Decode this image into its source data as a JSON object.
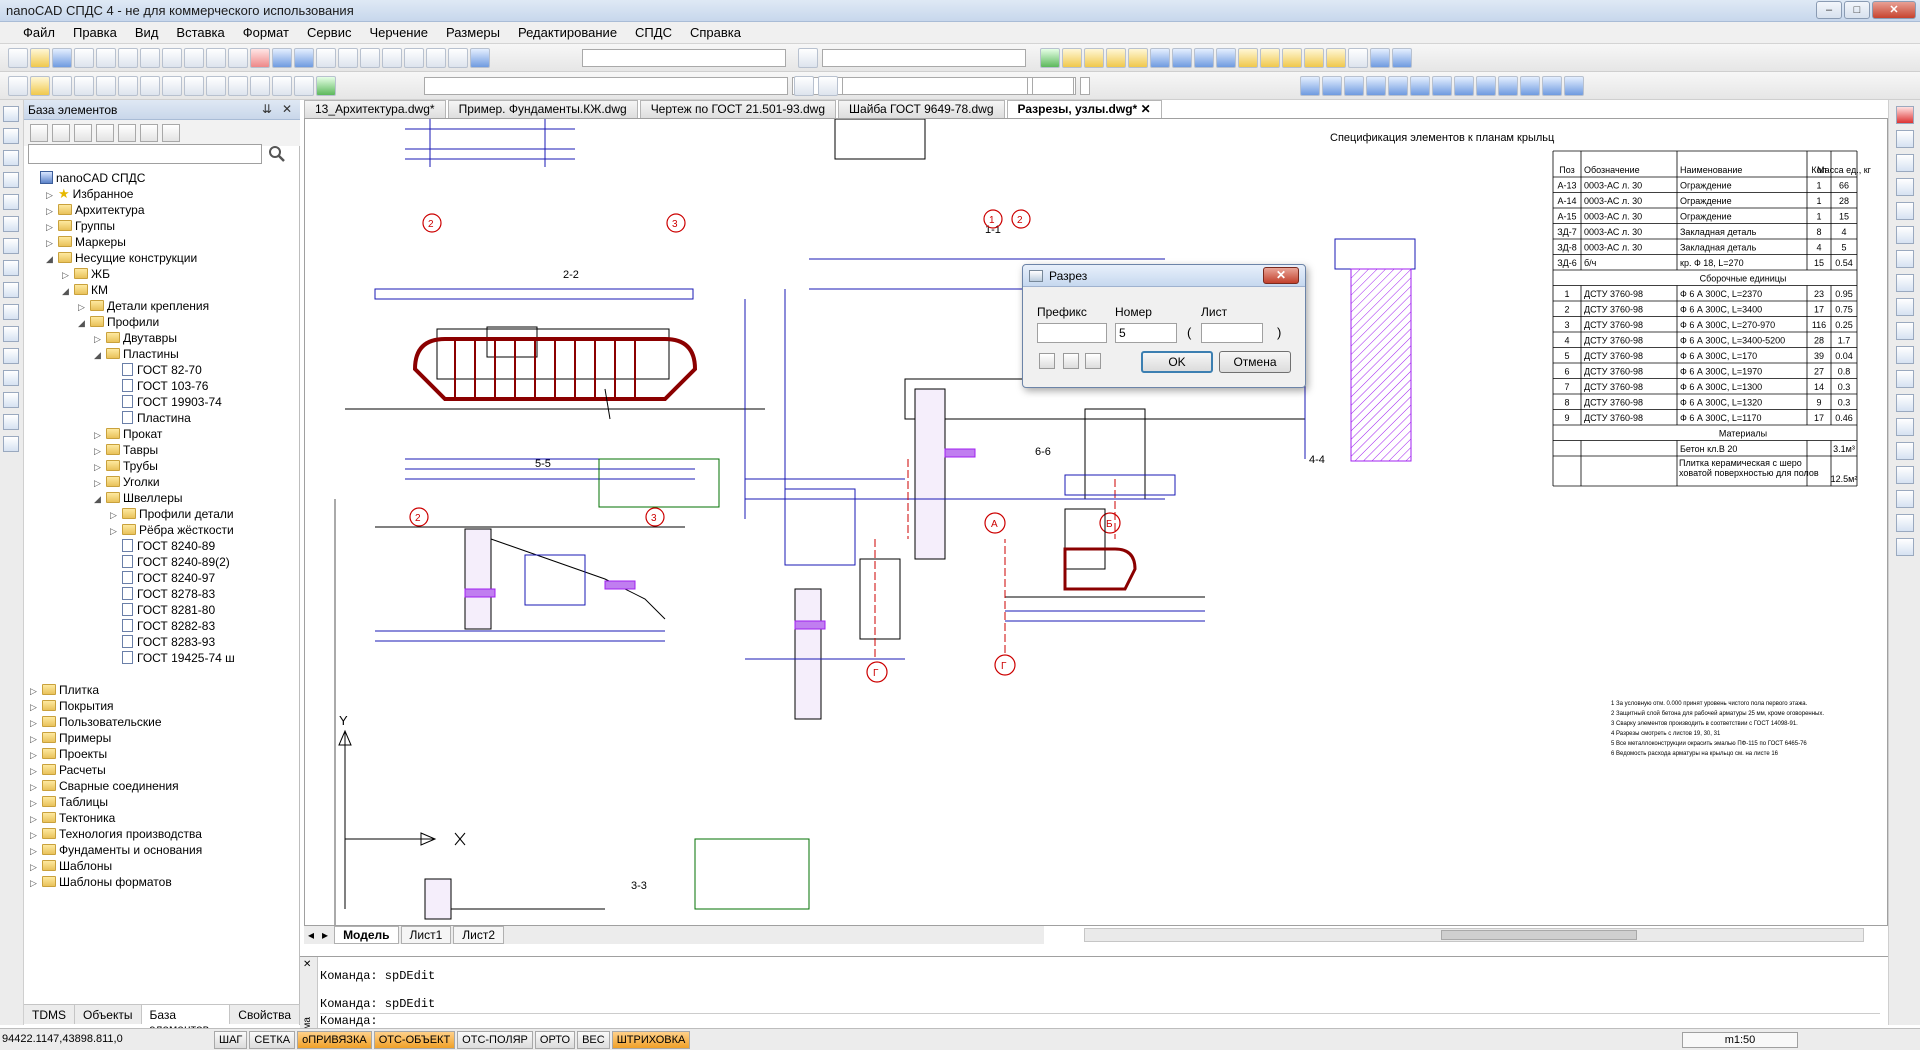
{
  "window": {
    "title": "nanoCAD СПДС 4 - не для коммерческого использования",
    "controls": [
      "–",
      "□",
      "✕"
    ]
  },
  "menu": [
    "Файл",
    "Правка",
    "Вид",
    "Вставка",
    "Формат",
    "Сервис",
    "Черчение",
    "Размеры",
    "Редактирование",
    "СПДС",
    "Справка"
  ],
  "left_panel": {
    "title": "База элементов",
    "pin": "⇊",
    "close": "✕",
    "search_placeholder": "",
    "tree": [
      {
        "label": "nanoCAD СПДС",
        "level": 0,
        "exp": "",
        "icon": "root"
      },
      {
        "label": "Избранное",
        "level": 1,
        "exp": "▷",
        "icon": "star"
      },
      {
        "label": "Архитектура",
        "level": 1,
        "exp": "▷",
        "icon": "folder"
      },
      {
        "label": "Группы",
        "level": 1,
        "exp": "▷",
        "icon": "folder"
      },
      {
        "label": "Маркеры",
        "level": 1,
        "exp": "▷",
        "icon": "folder"
      },
      {
        "label": "Несущие конструкции",
        "level": 1,
        "exp": "◢",
        "icon": "folder"
      },
      {
        "label": "ЖБ",
        "level": 2,
        "exp": "▷",
        "icon": "folder"
      },
      {
        "label": "КМ",
        "level": 2,
        "exp": "◢",
        "icon": "folder"
      },
      {
        "label": "Детали крепления",
        "level": 3,
        "exp": "▷",
        "icon": "folder"
      },
      {
        "label": "Профили",
        "level": 3,
        "exp": "◢",
        "icon": "folder"
      },
      {
        "label": "Двутавры",
        "level": 4,
        "exp": "▷",
        "icon": "folder"
      },
      {
        "label": "Пластины",
        "level": 4,
        "exp": "◢",
        "icon": "folder"
      },
      {
        "label": "ГОСТ 82-70",
        "level": 5,
        "exp": "",
        "icon": "doc"
      },
      {
        "label": "ГОСТ 103-76",
        "level": 5,
        "exp": "",
        "icon": "doc"
      },
      {
        "label": "ГОСТ 19903-74",
        "level": 5,
        "exp": "",
        "icon": "doc"
      },
      {
        "label": "Пластина",
        "level": 5,
        "exp": "",
        "icon": "doc"
      },
      {
        "label": "Прокат",
        "level": 4,
        "exp": "▷",
        "icon": "folder"
      },
      {
        "label": "Тавры",
        "level": 4,
        "exp": "▷",
        "icon": "folder"
      },
      {
        "label": "Трубы",
        "level": 4,
        "exp": "▷",
        "icon": "folder"
      },
      {
        "label": "Уголки",
        "level": 4,
        "exp": "▷",
        "icon": "folder"
      },
      {
        "label": "Швеллеры",
        "level": 4,
        "exp": "◢",
        "icon": "folder"
      },
      {
        "label": "Профили детали",
        "level": 5,
        "exp": "▷",
        "icon": "folder"
      },
      {
        "label": "Рёбра жёсткости",
        "level": 5,
        "exp": "▷",
        "icon": "folder"
      },
      {
        "label": "ГОСТ 8240-89",
        "level": 5,
        "exp": "",
        "icon": "doc"
      },
      {
        "label": "ГОСТ 8240-89(2)",
        "level": 5,
        "exp": "",
        "icon": "doc"
      },
      {
        "label": "ГОСТ 8240-97",
        "level": 5,
        "exp": "",
        "icon": "doc"
      },
      {
        "label": "ГОСТ 8278-83",
        "level": 5,
        "exp": "",
        "icon": "doc"
      },
      {
        "label": "ГОСТ 8281-80",
        "level": 5,
        "exp": "",
        "icon": "doc"
      },
      {
        "label": "ГОСТ 8282-83",
        "level": 5,
        "exp": "",
        "icon": "doc"
      },
      {
        "label": "ГОСТ 8283-93",
        "level": 5,
        "exp": "",
        "icon": "doc"
      },
      {
        "label": "ГОСТ 19425-74 ш",
        "level": 5,
        "exp": "",
        "icon": "doc"
      },
      {
        "label": "Плитка",
        "level": 0,
        "exp": "▷",
        "icon": "folder"
      },
      {
        "label": "Покрытия",
        "level": 0,
        "exp": "▷",
        "icon": "folder"
      },
      {
        "label": "Пользовательские",
        "level": 0,
        "exp": "▷",
        "icon": "folder"
      },
      {
        "label": "Примеры",
        "level": 0,
        "exp": "▷",
        "icon": "folder"
      },
      {
        "label": "Проекты",
        "level": 0,
        "exp": "▷",
        "icon": "folder"
      },
      {
        "label": "Расчеты",
        "level": 0,
        "exp": "▷",
        "icon": "folder"
      },
      {
        "label": "Сварные соединения",
        "level": 0,
        "exp": "▷",
        "icon": "folder"
      },
      {
        "label": "Таблицы",
        "level": 0,
        "exp": "▷",
        "icon": "folder"
      },
      {
        "label": "Тектоника",
        "level": 0,
        "exp": "▷",
        "icon": "folder"
      },
      {
        "label": "Технология производства",
        "level": 0,
        "exp": "▷",
        "icon": "folder"
      },
      {
        "label": "Фундаменты и основания",
        "level": 0,
        "exp": "▷",
        "icon": "folder"
      },
      {
        "label": "Шаблоны",
        "level": 0,
        "exp": "▷",
        "icon": "folder"
      },
      {
        "label": "Шаблоны форматов",
        "level": 0,
        "exp": "▷",
        "icon": "folder"
      }
    ],
    "bottom_tabs": [
      "TDMS",
      "Объекты",
      "База элементов",
      "Свойства"
    ]
  },
  "doc_tabs": [
    "13_Архитектура.dwg*",
    "Пример. Фундаменты.КЖ.dwg",
    "Чертеж по ГОСТ 21.501-93.dwg",
    "Шайба ГОСТ 9649-78.dwg",
    "Разрезы, узлы.dwg*"
  ],
  "doc_tab_close": "✕",
  "drawing": {
    "section_labels": [
      "2-2",
      "5-5",
      "6-6",
      "4-4",
      "3-3",
      "1-1"
    ],
    "axis_marks": [
      "2",
      "3",
      "2",
      "3",
      "А",
      "Б",
      "Г",
      "Г",
      "1",
      "2"
    ],
    "spec_title": "Спецификация элементов к планам крыльц",
    "spec_headers": [
      "Поз",
      "Обозначение",
      "Наименование",
      "Кол",
      "Масса ед., кг"
    ],
    "spec_rows": [
      [
        "А-13",
        "0003-АС л. 30",
        "Ограждение",
        "1",
        "66"
      ],
      [
        "А-14",
        "0003-АС л. 30",
        "Ограждение",
        "1",
        "28"
      ],
      [
        "А-15",
        "0003-АС л. 30",
        "Ограждение",
        "1",
        "15"
      ],
      [
        "ЗД-7",
        "0003-АС л. 30",
        "Закладная деталь",
        "8",
        "4"
      ],
      [
        "ЗД-8",
        "0003-АС л. 30",
        "Закладная деталь",
        "4",
        "5"
      ],
      [
        "ЗД-6",
        "б/ч",
        "кр. Ф 18, L=270",
        "15",
        "0.54"
      ]
    ],
    "spec_subtitle": "Сборочные единицы",
    "spec_rows2": [
      [
        "1",
        "ДСТУ 3760-98",
        "Ф 6 А 300С, L=2370",
        "23",
        "0.95"
      ],
      [
        "2",
        "ДСТУ 3760-98",
        "Ф 6 А 300С, L=3400",
        "17",
        "0.75"
      ],
      [
        "3",
        "ДСТУ 3760-98",
        "Ф 6 А 300С, L=270-970",
        "116",
        "0.25"
      ],
      [
        "4",
        "ДСТУ 3760-98",
        "Ф 6 А 300С, L=3400-5200",
        "28",
        "1.7"
      ],
      [
        "5",
        "ДСТУ 3760-98",
        "Ф 6 А 300С, L=170",
        "39",
        "0.04"
      ],
      [
        "6",
        "ДСТУ 3760-98",
        "Ф 6 А 300С, L=1970",
        "27",
        "0.8"
      ],
      [
        "7",
        "ДСТУ 3760-98",
        "Ф 6 А 300С, L=1300",
        "14",
        "0.3"
      ],
      [
        "8",
        "ДСТУ 3760-98",
        "Ф 6 А 300С, L=1320",
        "9",
        "0.3"
      ],
      [
        "9",
        "ДСТУ 3760-98",
        "Ф 6 А 300С, L=1170",
        "17",
        "0.46"
      ]
    ],
    "spec_subtitle2": "Материалы",
    "spec_rows3": [
      [
        "",
        "",
        "Бетон кл.В 20",
        "",
        "3.1м³"
      ],
      [
        "",
        "",
        "Плитка керамическая с шероховатой поверхностью для полов",
        "",
        "12.5м²"
      ]
    ],
    "axis_y": "Y",
    "notes": [
      "1 За условную отм. 0.000 принят уровень чистого пола первого этажа.",
      "2 Защитный слой бетона для рабочей арматуры 25 мм, кроме оговоренных.",
      "3 Сварку элементов производить в соответствии с ГОСТ 14098-91.",
      "4 Разрезы смотреть с листов 19, 30, 31",
      "5 Все металлоконструкции окрасить эмалью ПФ-115 по ГОСТ 6465-76",
      "6 Ведомость расхода арматуры на крыльцо см. на листе 16"
    ]
  },
  "dialog": {
    "title": "Разрез",
    "close": "✕",
    "labels": {
      "prefix": "Префикс",
      "number": "Номер",
      "sheet": "Лист"
    },
    "values": {
      "prefix": "",
      "number": "5",
      "sheet": ""
    },
    "paren_open": "(",
    "paren_close": ")",
    "ok": "OK",
    "cancel": "Отмена"
  },
  "model_tabs": [
    "Модель",
    "Лист1",
    "Лист2"
  ],
  "command": {
    "side_label": "Кома",
    "lines": [
      "Команда: spDEdit",
      "Команда: spDEdit",
      "Команда:"
    ]
  },
  "status": {
    "coords": "94422.1147,43898.811,0",
    "buttons": [
      {
        "label": "ШАГ",
        "on": false
      },
      {
        "label": "СЕТКА",
        "on": false
      },
      {
        "label": "оПРИВЯЗКА",
        "on": true
      },
      {
        "label": "ОТС-ОБЪЕКТ",
        "on": true
      },
      {
        "label": "ОТС-ПОЛЯР",
        "on": false
      },
      {
        "label": "ОРТО",
        "on": false
      },
      {
        "label": "ВЕС",
        "on": false
      },
      {
        "label": "ШТРИХОВКА",
        "on": true
      }
    ],
    "scale": "m1:50"
  },
  "colors": {
    "dim": "#1a1ab4",
    "rail": "#8b0000",
    "grid_red": "#cc0000",
    "green": "#007000",
    "hatch": "#a020f0"
  }
}
